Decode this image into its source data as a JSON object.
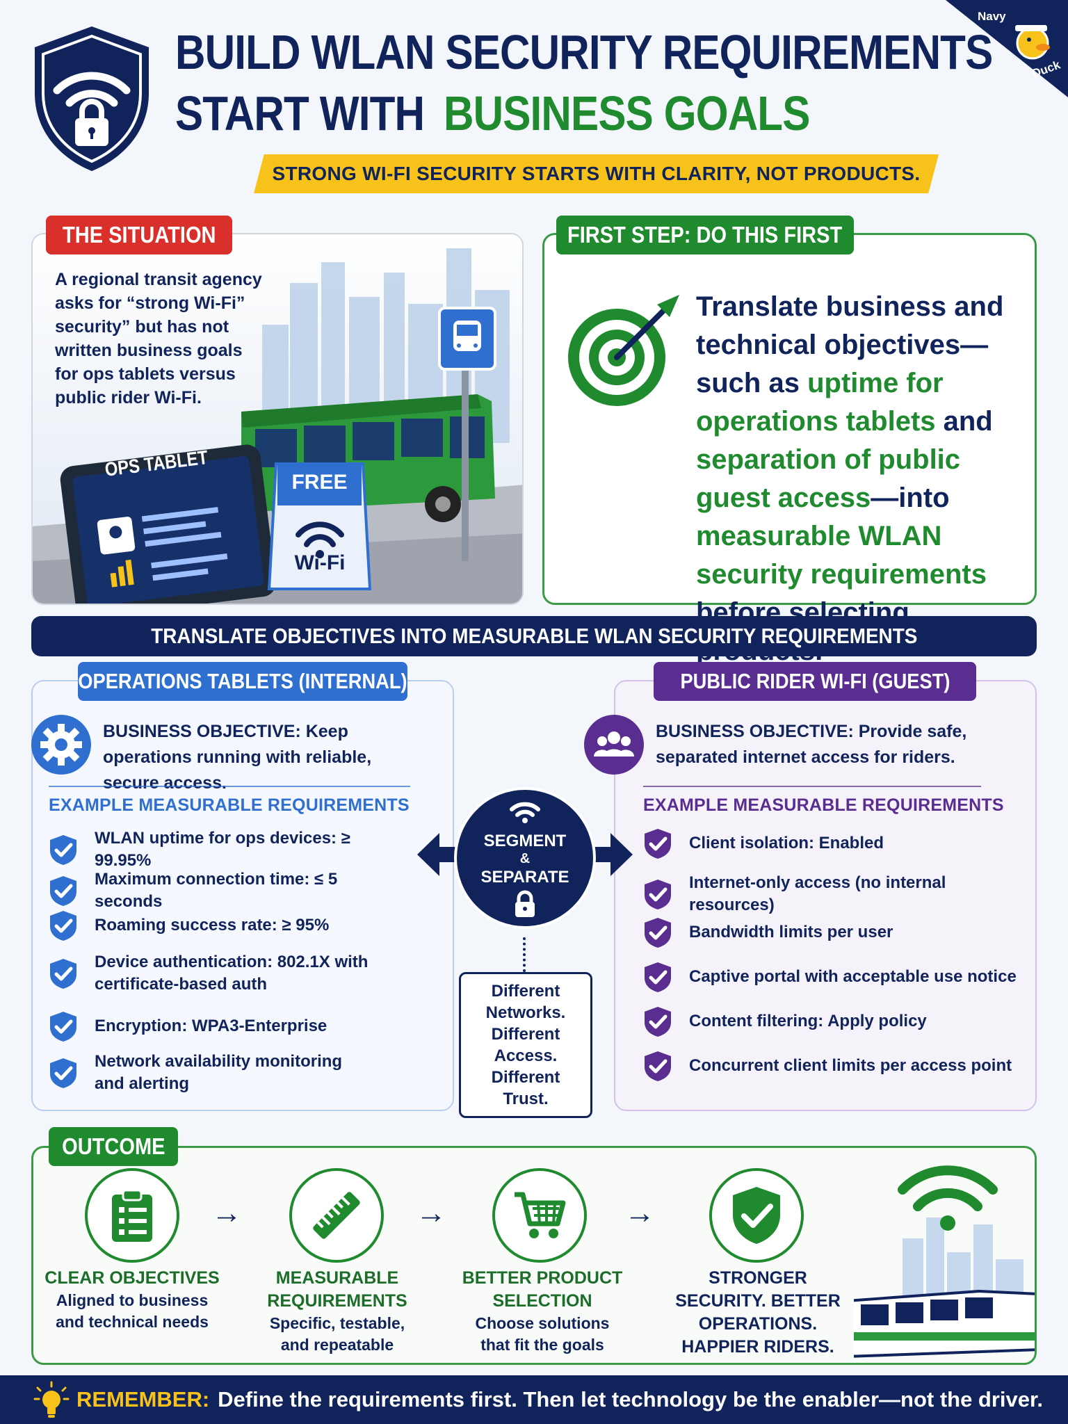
{
  "header": {
    "title_line1": "BUILD WLAN SECURITY REQUIREMENTS",
    "title_line2_a": "START WITH",
    "title_line2_b": "BUSINESS GOALS",
    "tagline": "STRONG WI-FI SECURITY STARTS WITH CLARITY, NOT PRODUCTS.",
    "logo_text_top": "Navy",
    "logo_text_bottom": "Duck"
  },
  "situation": {
    "tag": "THE SITUATION",
    "text": "A regional transit agency asks for “strong Wi-Fi” security” but has not written business goals for ops tablets versus public rider Wi-Fi.",
    "tablet_label": "OPS TABLET",
    "sign_top": "FREE",
    "sign_bottom": "Wi-Fi"
  },
  "first_step": {
    "tag": "FIRST STEP: DO THIS FIRST",
    "t1": "Translate business and technical objectives—such as ",
    "g1": "uptime for operations tablets",
    "t2": " and ",
    "g2": "separation of public guest access",
    "t3": "—into ",
    "g3": "measurable WLAN security requirements",
    "t4": " before selecting products."
  },
  "bar_title": "TRANSLATE OBJECTIVES INTO MEASURABLE WLAN SECURITY REQUIREMENTS",
  "ops": {
    "tag": "OPERATIONS TABLETS (INTERNAL)",
    "objective_label": "BUSINESS OBJECTIVE:",
    "objective_text": " Keep operations running with reliable, secure access.",
    "examples_title": "EXAMPLE MEASURABLE REQUIREMENTS",
    "requirements": [
      "WLAN uptime for ops devices: ≥ 99.95%",
      "Maximum connection time: ≤ 5 seconds",
      "Roaming success rate: ≥ 95%",
      "Device authentication: 802.1X with certificate-based auth",
      "Encryption: WPA3-Enterprise",
      "Network availability monitoring and alerting"
    ]
  },
  "guest": {
    "tag": "PUBLIC RIDER WI-FI (GUEST)",
    "objective_label": "BUSINESS OBJECTIVE:",
    "objective_text": " Provide safe, separated internet access for riders.",
    "examples_title": "EXAMPLE MEASURABLE REQUIREMENTS",
    "requirements": [
      "Client isolation: Enabled",
      "Internet-only access (no internal resources)",
      "Bandwidth limits per user",
      "Captive portal with acceptable use notice",
      "Content filtering: Apply policy",
      "Concurrent client limits per access point"
    ]
  },
  "center": {
    "line1": "SEGMENT",
    "amp": "&",
    "line2": "SEPARATE",
    "box": [
      "Different",
      "Networks.",
      "Different",
      "Access.",
      "Different",
      "Trust."
    ]
  },
  "outcome": {
    "tag": "OUTCOME",
    "steps": [
      {
        "title": "CLEAR OBJECTIVES",
        "sub": "Aligned to business and technical needs",
        "icon": "clipboard-icon"
      },
      {
        "title": "MEASURABLE REQUIREMENTS",
        "sub": "Specific, testable, and repeatable",
        "icon": "ruler-icon"
      },
      {
        "title": "BETTER PRODUCT SELECTION",
        "sub": "Choose solutions that fit the goals",
        "icon": "cart-icon"
      },
      {
        "title": "STRONGER SECURITY. BETTER OPERATIONS. HAPPIER RIDERS.",
        "sub": "",
        "icon": "shield-check-icon"
      }
    ],
    "arrow": "→"
  },
  "footer": {
    "label": "REMEMBER:",
    "text": "Define the requirements first. Then let technology be the enabler—not the driver."
  },
  "colors": {
    "navy": "#10235a",
    "green": "#1f8a2e",
    "red": "#d9302c",
    "blue": "#2f6fd0",
    "purple": "#5a2d91",
    "yellow": "#f7c21a"
  }
}
